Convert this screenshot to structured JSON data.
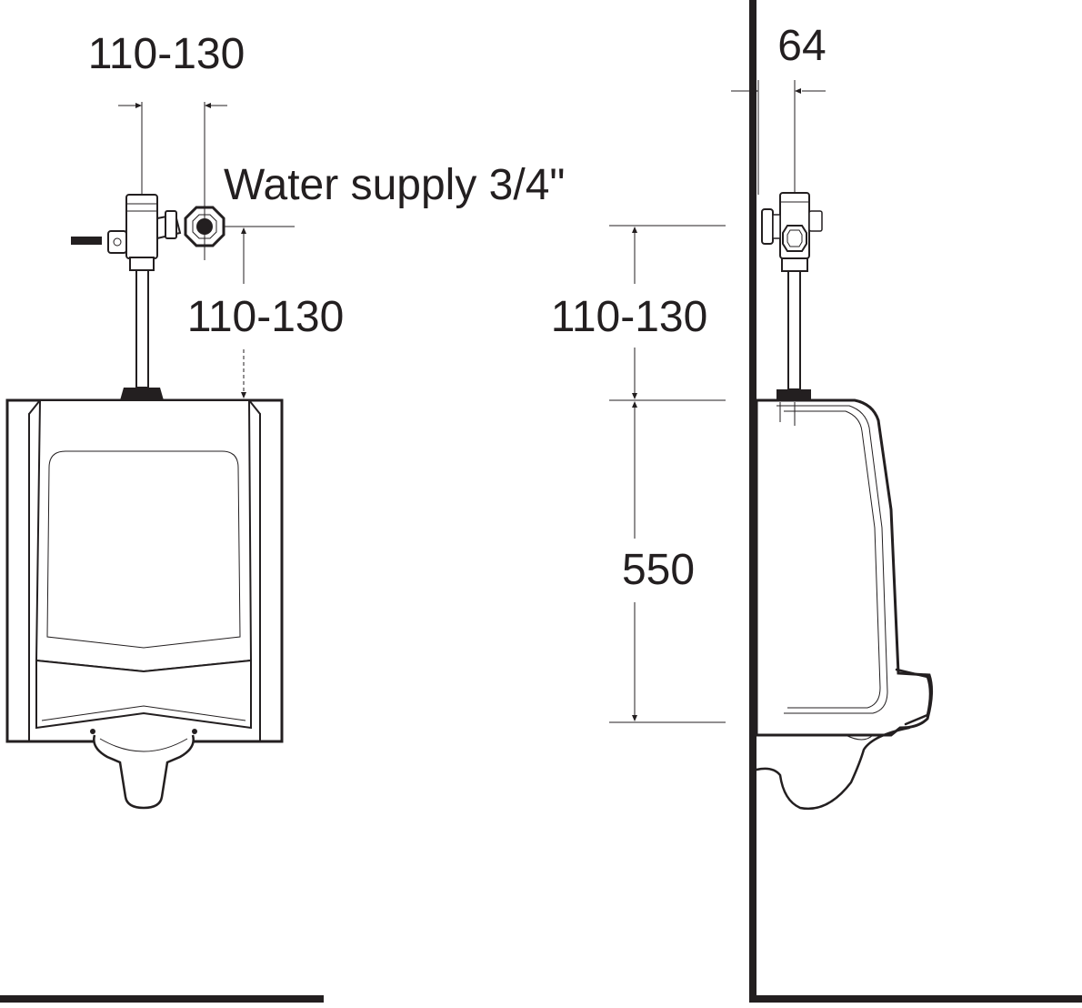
{
  "diagram": {
    "front_view": {
      "valve_spacing_label": "110-130",
      "water_supply_label": "Water supply 3/4\"",
      "valve_height_label": "110-130"
    },
    "side_view": {
      "wall_offset_label": "64",
      "valve_height_label": "110-130",
      "urinal_height_label": "550"
    },
    "colors": {
      "line": "#231f20",
      "background": "#ffffff"
    }
  }
}
